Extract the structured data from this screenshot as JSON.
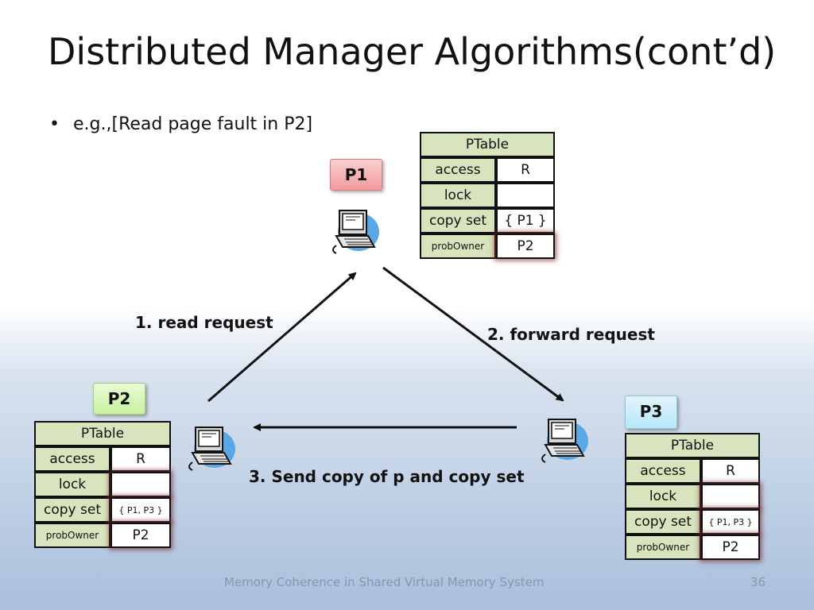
{
  "slide": {
    "title": "Distributed Manager Algorithms(cont’d)",
    "bullet_bold": "e.g.,",
    "bullet_text": "[Read page fault in P2]",
    "footer": "Memory Coherence in Shared Virtual Memory System",
    "page_number": "36"
  },
  "nodes": {
    "p1": "P1",
    "p2": "P2",
    "p3": "P3"
  },
  "edges": {
    "read_request": "1. read request",
    "forward_request": "2. forward request",
    "send_copy": "3. Send copy of p and copy set"
  },
  "ptables": {
    "p1": {
      "header": "PTable",
      "access_label": "access",
      "access": "R",
      "lock_label": "lock",
      "lock": "",
      "copyset_label": "copy set",
      "copyset": "{ P1 }",
      "probowner_label": "probOwner",
      "probowner": "P2"
    },
    "p2": {
      "header": "PTable",
      "access_label": "access",
      "access": "R",
      "lock_label": "lock",
      "lock": "",
      "copyset_label": "copy set",
      "copyset": "{ P1, P3 }",
      "probowner_label": "probOwner",
      "probowner": "P2"
    },
    "p3": {
      "header": "PTable",
      "access_label": "access",
      "access": "R",
      "lock_label": "lock",
      "lock": "",
      "copyset_label": "copy set",
      "copyset": "{ P1, P3 }",
      "probowner_label": "probOwner",
      "probowner": "P2"
    }
  },
  "colors": {
    "table_header": "#d7e4bd",
    "p1_label": "#f29a9a",
    "p2_label": "#c8f0a0",
    "p3_label": "#b7e6f7"
  },
  "icons": [
    "computer-icon-p1",
    "computer-icon-p2",
    "computer-icon-p3"
  ]
}
